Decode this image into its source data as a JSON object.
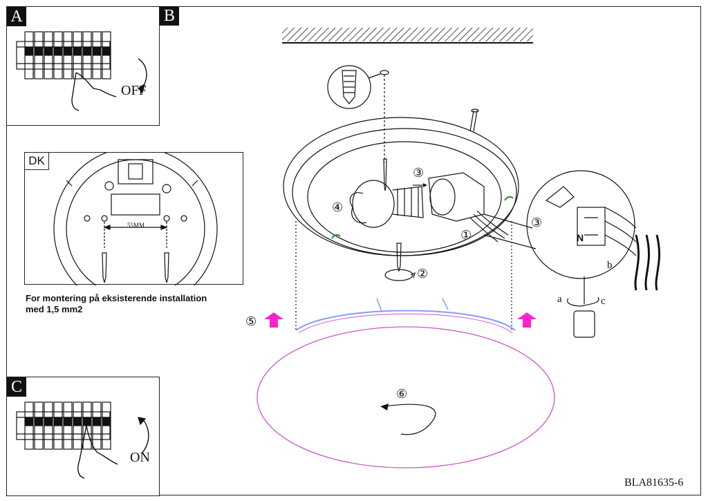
{
  "panels": {
    "A": {
      "tag": "A",
      "switch_label": "OFF"
    },
    "B": {
      "tag": "B"
    },
    "C": {
      "tag": "C",
      "switch_label": "ON"
    },
    "DK": {
      "tag": "DK",
      "dimension": "55MM",
      "note_line1": "For montering på  eksisterende installation",
      "note_line2": "med 1,5 mm2"
    }
  },
  "steps": {
    "s1": "①",
    "s2": "②",
    "s3": "③",
    "s3b": "③",
    "s4": "④",
    "s5": "⑤",
    "s6": "⑥"
  },
  "terminal": {
    "n": "N",
    "a": "a",
    "b": "b",
    "c": "c"
  },
  "footer": {
    "code": "BLA81635-6"
  },
  "colors": {
    "accent_arrow": "#ff22cc",
    "shade_outline": "#cc55cc",
    "hint_blue": "#8899ff"
  }
}
